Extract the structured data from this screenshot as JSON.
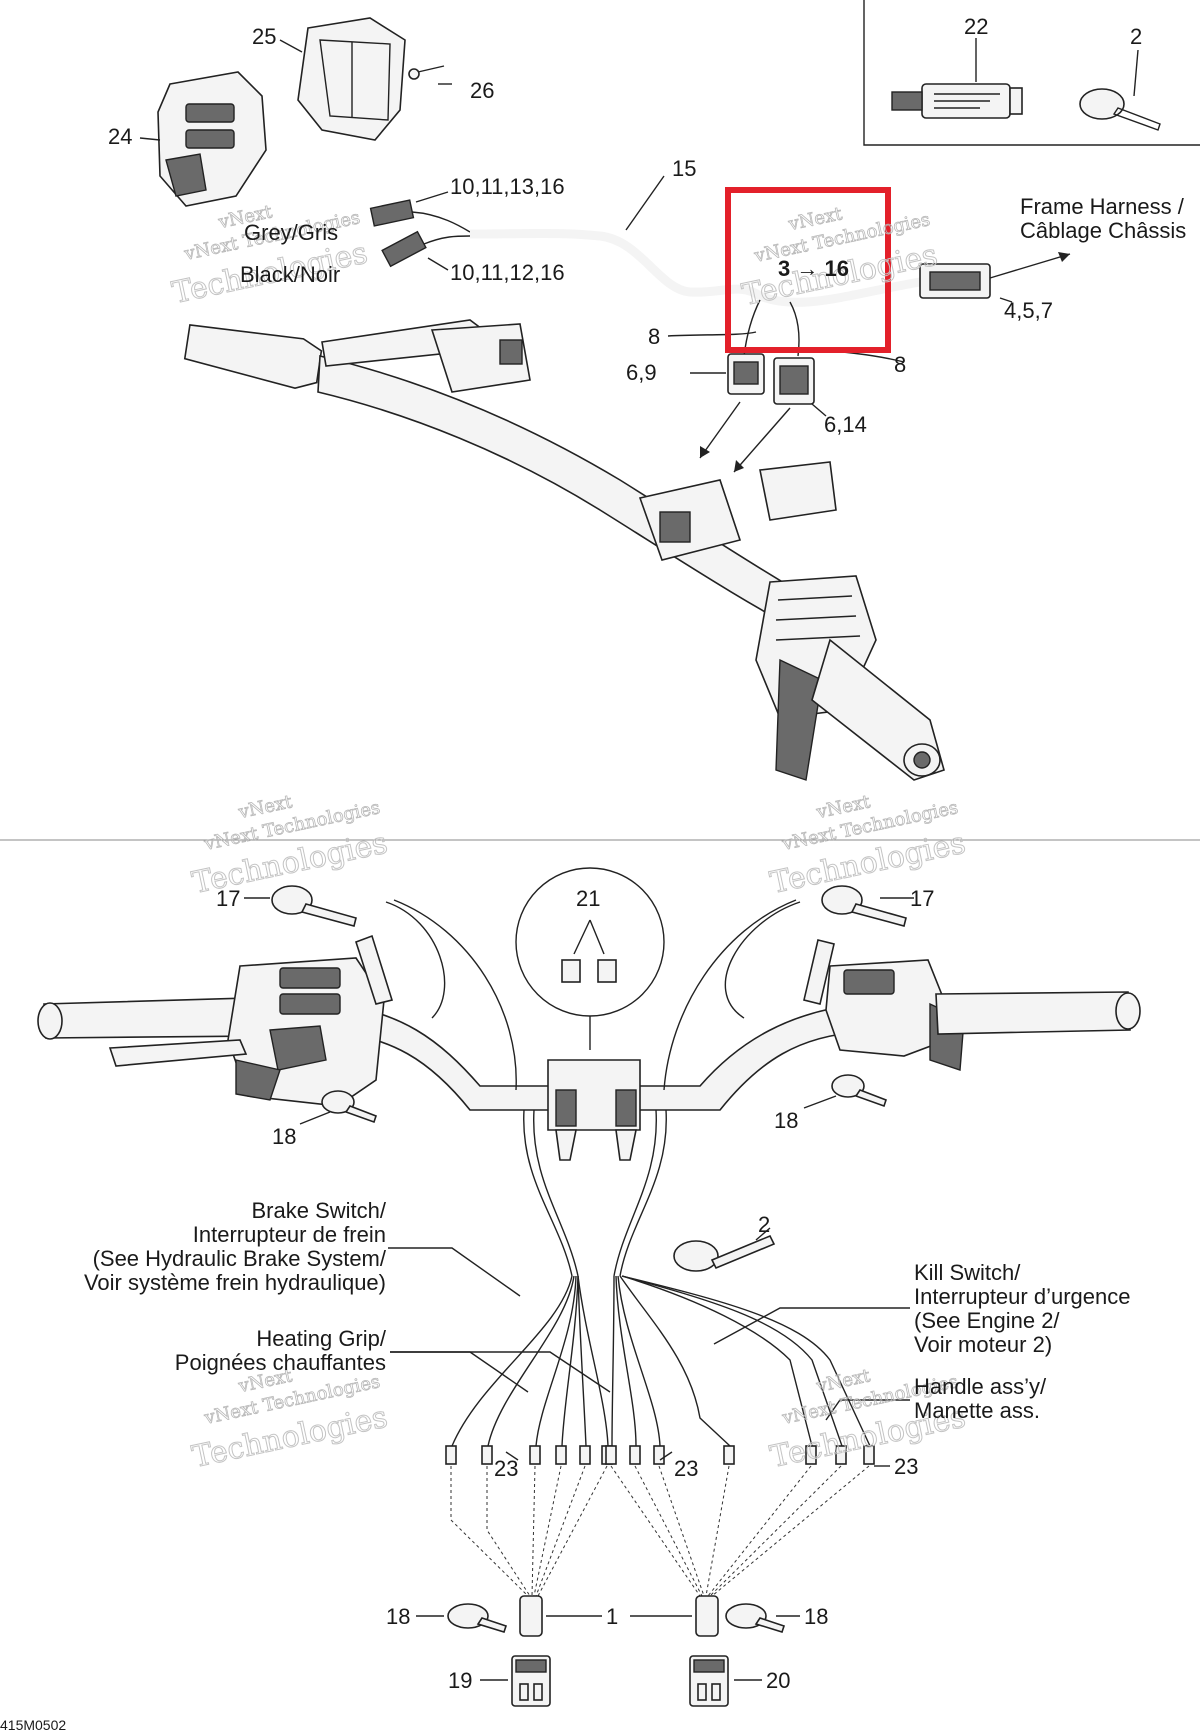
{
  "callouts": {
    "c25": "25",
    "c26": "26",
    "c24": "24",
    "c22": "22",
    "c2_top": "2",
    "c15": "15",
    "c10_13": "10,11,13,16",
    "c10_12": "10,11,12,16",
    "c3_16": "3 → 16",
    "c4_5_7": "4,5,7",
    "c8_left": "8",
    "c8_right": "8",
    "c6_9": "6,9",
    "c6_14": "6,14",
    "c17_left": "17",
    "c17_right": "17",
    "c21": "21",
    "c18_left": "18",
    "c18_right": "18",
    "c2_mid": "2",
    "c23_a": "23",
    "c23_b": "23",
    "c23_c": "23",
    "c18_bl": "18",
    "c1": "1",
    "c18_br": "18",
    "c19": "19",
    "c20": "20"
  },
  "labels": {
    "grey": "Grey/Gris",
    "black": "Black/Noir",
    "frame_harness_1": "Frame Harness /",
    "frame_harness_2": "Câblage Châssis",
    "brake_1": "Brake Switch/",
    "brake_2": "Interrupteur de frein",
    "brake_3": "(See Hydraulic Brake System/",
    "brake_4": "Voir système frein hydraulique)",
    "heating_1": "Heating Grip/",
    "heating_2": "Poignées chauffantes",
    "kill_1": "Kill Switch/",
    "kill_2": "Interrupteur d’urgence",
    "kill_3": "(See Engine 2/",
    "kill_4": "Voir moteur 2)",
    "handle_1": "Handle ass’y/",
    "handle_2": "Manette ass."
  },
  "watermark": {
    "line1": "vNext",
    "line2": "vNext Technologies",
    "line3": "Technologies"
  },
  "figure_code": "415M0502",
  "colors": {
    "highlight": "#e3202a",
    "ink": "#1a1a1a",
    "watermark": "#bdbdbd"
  }
}
